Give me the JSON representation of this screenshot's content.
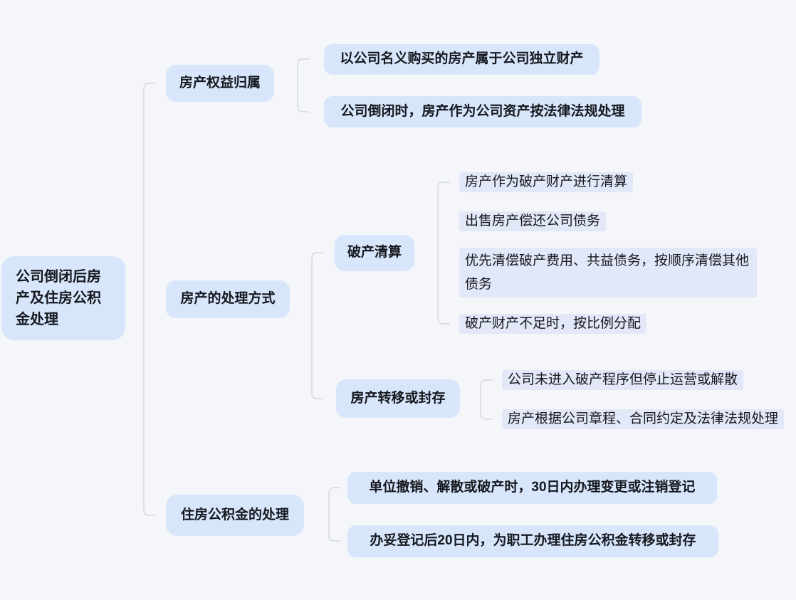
{
  "theme": {
    "canvas_bg": "#f4f6fa",
    "node_fill": "#d8e6fb",
    "leaf_fill": "#e2e8f8",
    "connector_color": "#d5d8de",
    "text_color": "#15181e"
  },
  "mindmap": {
    "root": {
      "label": "公司倒闭后房产及住房公积金处理"
    },
    "branches": [
      {
        "label": "房产权益归属",
        "children": [
          {
            "label": "以公司名义购买的房产属于公司独立财产"
          },
          {
            "label": "公司倒闭时，房产作为公司资产按法律法规处理"
          }
        ]
      },
      {
        "label": "房产的处理方式",
        "children": [
          {
            "label": "破产清算",
            "children": [
              {
                "label": "房产作为破产财产进行清算"
              },
              {
                "label": "出售房产偿还公司债务"
              },
              {
                "label": "优先清偿破产费用、共益债务，按顺序清偿其他债务"
              },
              {
                "label": "破产财产不足时，按比例分配"
              }
            ]
          },
          {
            "label": "房产转移或封存",
            "children": [
              {
                "label": "公司未进入破产程序但停止运营或解散"
              },
              {
                "label": "房产根据公司章程、合同约定及法律法规处理"
              }
            ]
          }
        ]
      },
      {
        "label": "住房公积金的处理",
        "children": [
          {
            "label": "单位撤销、解散或破产时，30日内办理变更或注销登记"
          },
          {
            "label": "办妥登记后20日内，为职工办理住房公积金转移或封存"
          }
        ]
      }
    ]
  }
}
